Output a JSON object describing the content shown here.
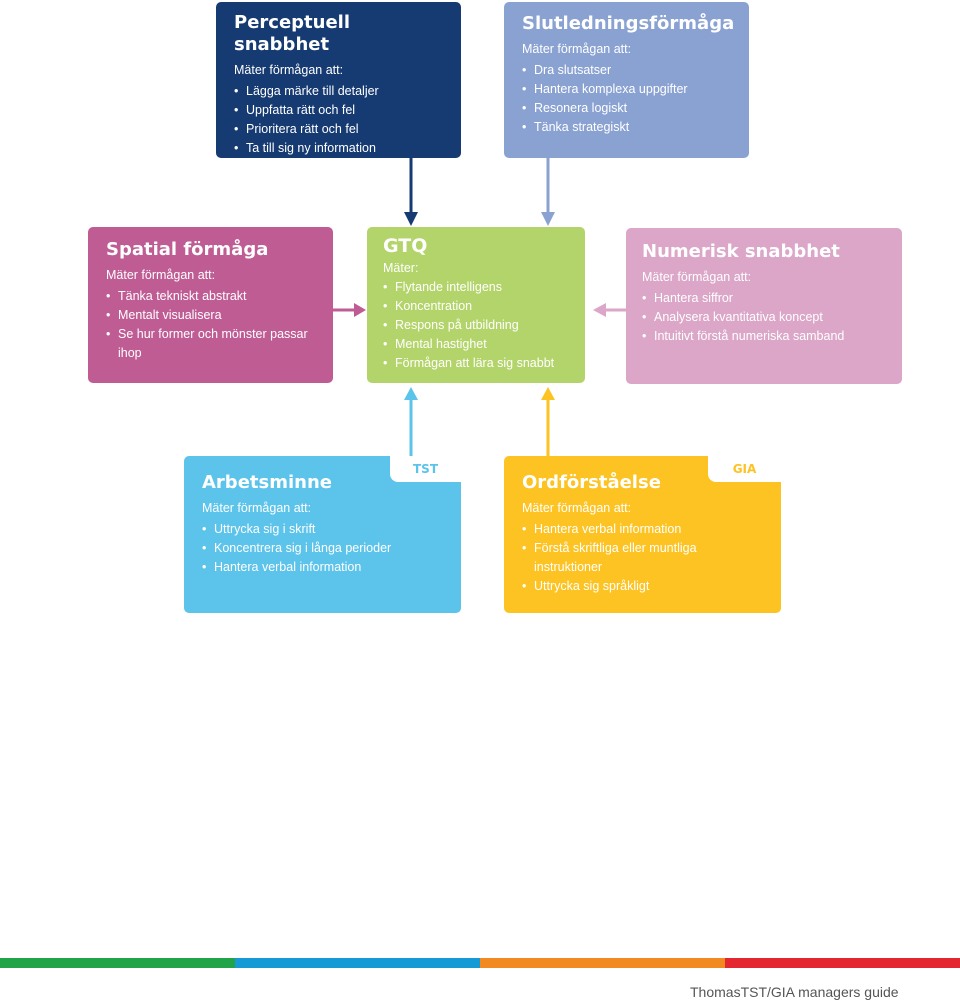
{
  "boxes": {
    "perceptuell": {
      "title": "Perceptuell snabbhet",
      "subtitle": "Mäter förmågan att:",
      "items": [
        "Lägga märke till detaljer",
        "Uppfatta rätt och fel",
        "Prioritera rätt och fel",
        "Ta till sig ny information"
      ],
      "color": "#163a72"
    },
    "slutledning": {
      "title": "Slutledningsförmåga",
      "subtitle": "Mäter förmågan att:",
      "items": [
        "Dra slutsatser",
        "Hantera komplexa uppgifter",
        "Resonera logiskt",
        "Tänka strategiskt"
      ],
      "color": "#8aa2d2"
    },
    "spatial": {
      "title": "Spatial förmåga",
      "subtitle": "Mäter förmågan att:",
      "items": [
        "Tänka tekniskt abstrakt",
        "Mentalt visualisera",
        "Se hur former och mönster passar ihop"
      ],
      "color": "#bf5c94"
    },
    "gtq": {
      "title": "GTQ",
      "subtitle": "Mäter:",
      "items": [
        "Flytande intelligens",
        "Koncentration",
        "Respons på utbildning",
        "Mental hastighet",
        "Förmågan att lära sig snabbt"
      ],
      "color": "#b3d46a"
    },
    "numerisk": {
      "title": "Numerisk snabbhet",
      "subtitle": "Mäter förmågan att:",
      "items": [
        "Hantera siffror",
        "Analysera kvantitativa koncept",
        "Intuitivt förstå numeriska samband"
      ],
      "color": "#dba6c7"
    },
    "arbetsminne": {
      "title": "Arbetsminne",
      "tag": "TST",
      "subtitle": "Mäter förmågan att:",
      "items": [
        "Uttrycka sig i skrift",
        "Koncentrera sig i långa perioder",
        "Hantera verbal information"
      ],
      "color": "#5cc3ea"
    },
    "ordforstaelse": {
      "title": "Ordförståelse",
      "tag": "GIA",
      "subtitle": "Mäter förmågan att:",
      "items": [
        "Hantera verbal information",
        "Förstå skriftliga eller muntliga instruktioner",
        "Uttrycka sig språkligt"
      ],
      "color": "#fcc322"
    }
  },
  "footer": {
    "text": "ThomasTST/GIA managers guide",
    "bar_colors": [
      "#21a34a",
      "#169ad6",
      "#f18a21",
      "#e3262f"
    ]
  }
}
